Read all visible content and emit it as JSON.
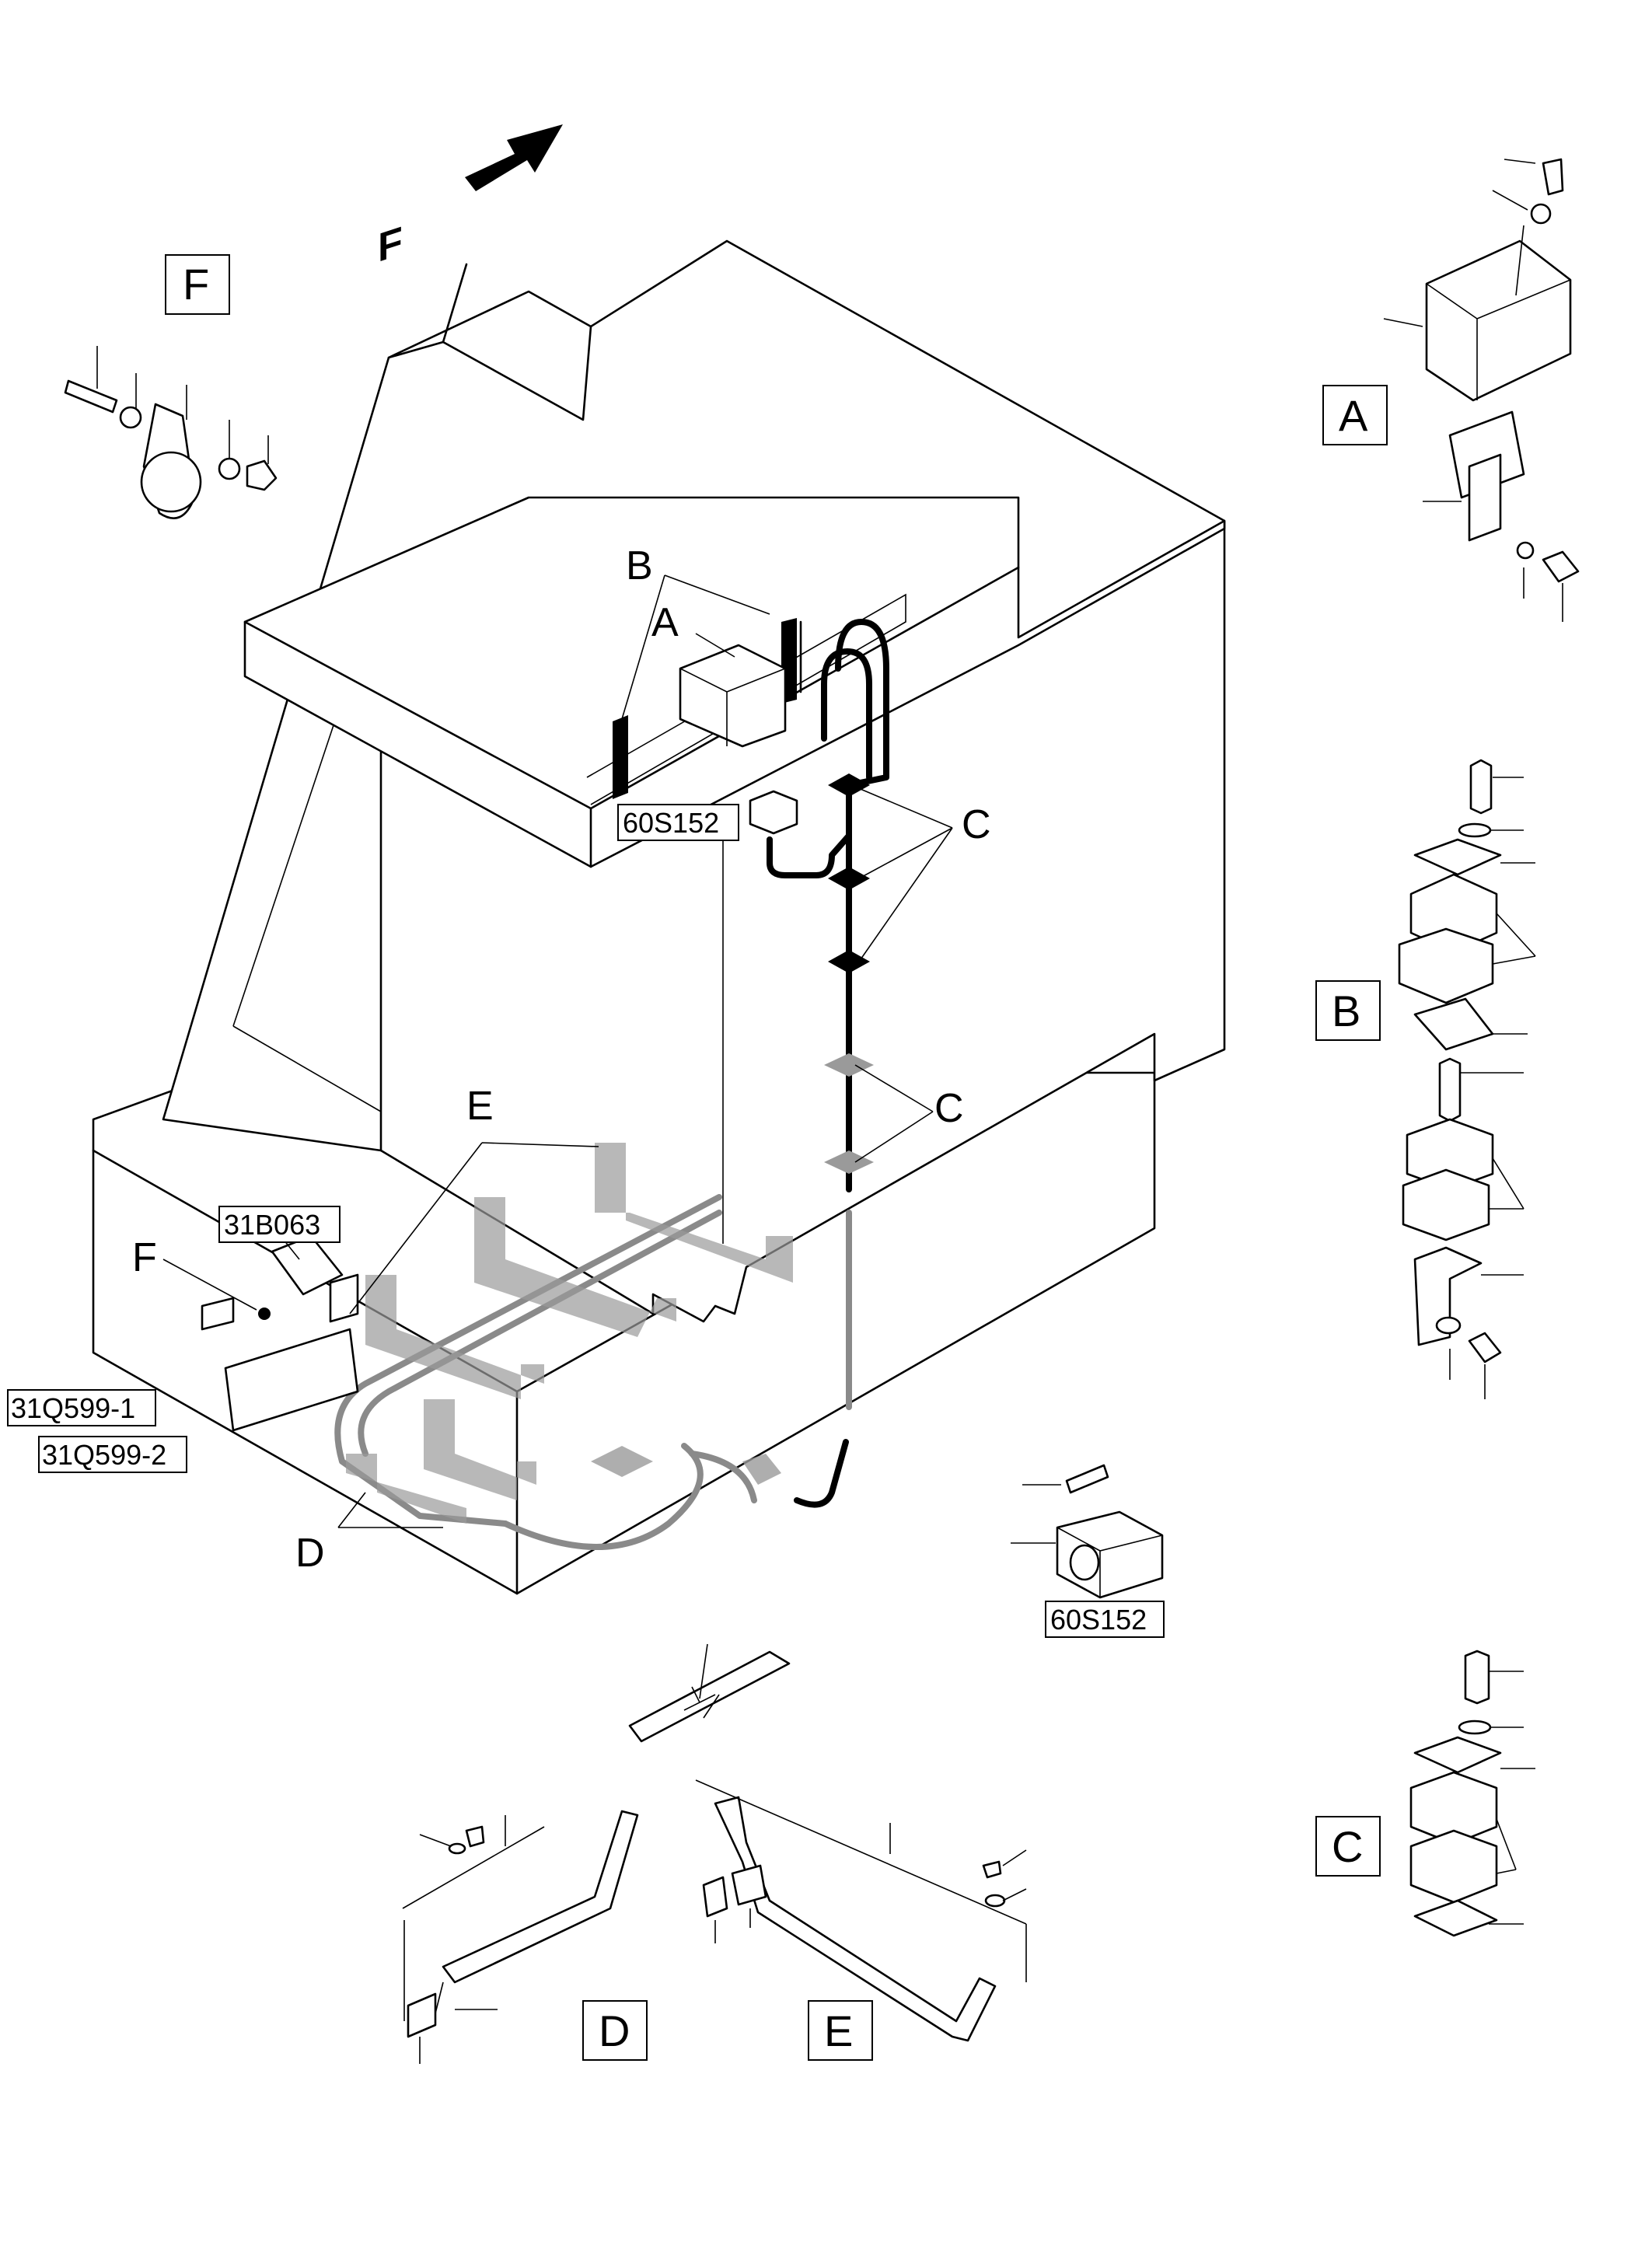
{
  "direction_marker": {
    "letter": "F"
  },
  "detail_views": {
    "A": "A",
    "B": "B",
    "C": "C",
    "D": "D",
    "E": "E",
    "F": "F"
  },
  "callouts": {
    "A": "A",
    "B": "B",
    "C_upper": "C",
    "C_lower": "C",
    "D": "D",
    "E": "E",
    "F": "F"
  },
  "part_codes": {
    "sensor_main": "60S152",
    "sensor_detail": "60S152",
    "valve_block": "31B063",
    "hose_1": "31Q599-1",
    "hose_2": "31Q599-2"
  }
}
